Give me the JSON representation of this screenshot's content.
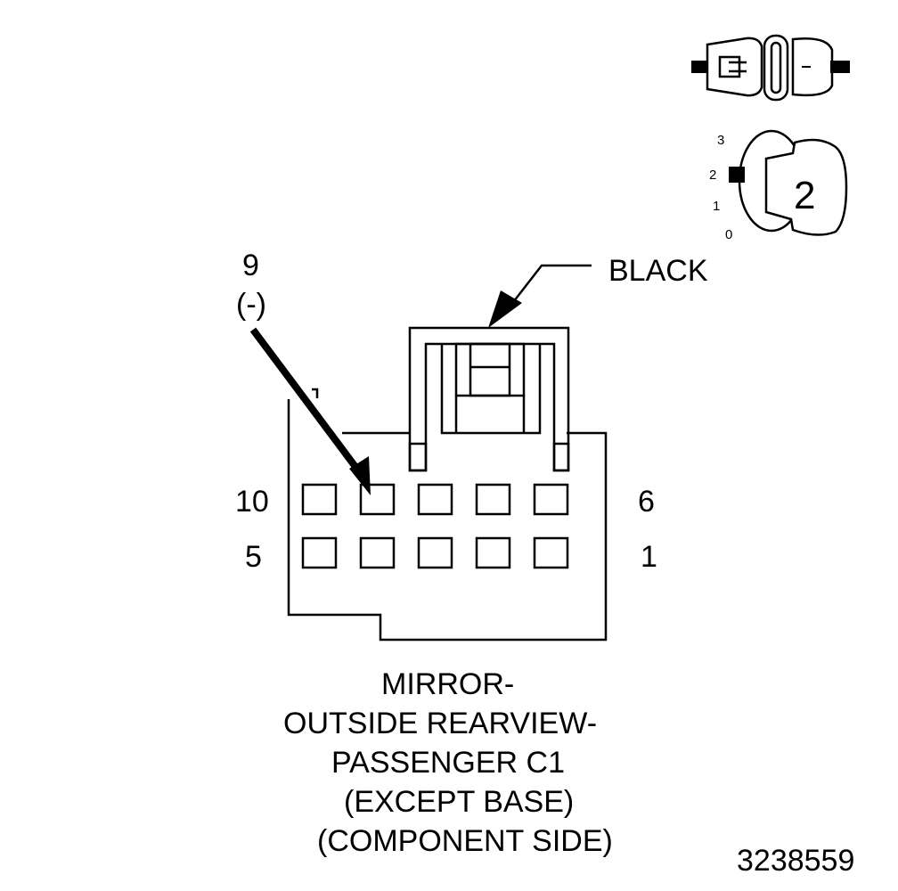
{
  "pin_labels": {
    "pin_9": "9",
    "pin_9_note": "(-)",
    "pin_10": "10",
    "pin_5": "5",
    "pin_6": "6",
    "pin_1": "1"
  },
  "color_label": "BLACK",
  "caption": {
    "line1": "MIRROR-",
    "line2": "OUTSIDE REARVIEW-",
    "line3": "PASSENGER C1",
    "line4": "(EXCEPT BASE)",
    "line5": "(COMPONENT SIDE)"
  },
  "figure_id": "3238559",
  "dial": {
    "ticks": [
      "3",
      "2",
      "1",
      "0"
    ],
    "value": "2"
  },
  "colors": {
    "ink": "#000000",
    "background": "#ffffff"
  }
}
